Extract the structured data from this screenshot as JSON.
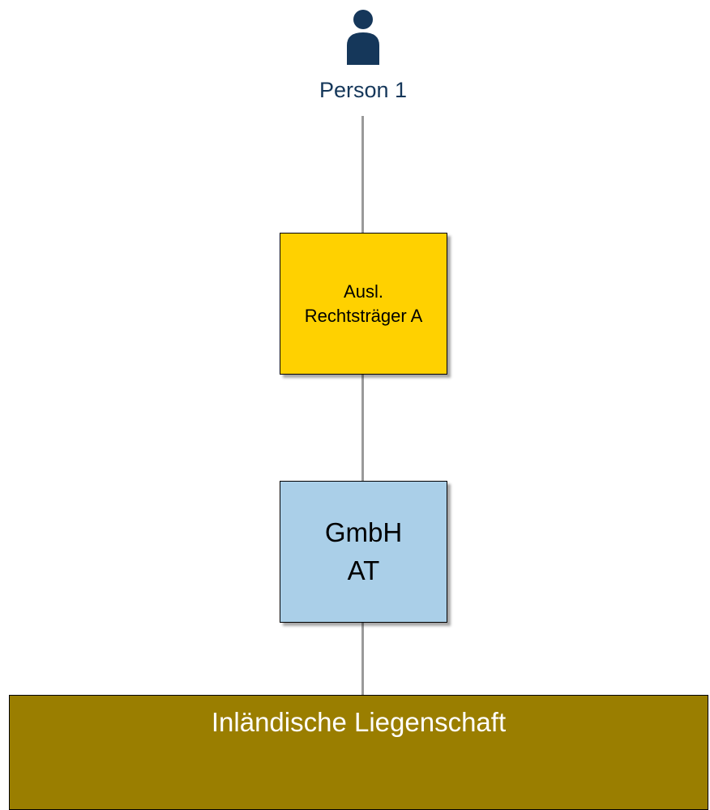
{
  "diagram": {
    "person": {
      "icon": "person-icon",
      "label": "Person 1"
    },
    "foreign_entity": {
      "line1": "Ausl.",
      "line2": "Rechtsträger A",
      "color": "#ffd100"
    },
    "domestic_company": {
      "line1": "GmbH",
      "line2": "AT",
      "color": "#aacfe8"
    },
    "property": {
      "label": "Inländische Liegenschaft",
      "color": "#9a7e00"
    },
    "colors": {
      "connector": "#9a9a9a",
      "person": "#15375a"
    }
  }
}
